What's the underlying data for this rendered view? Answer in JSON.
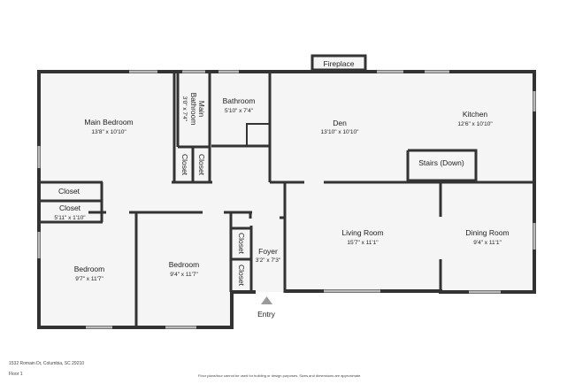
{
  "rooms": {
    "main_bedroom": {
      "name": "Main Bedroom",
      "dims": "13'8\" x 10'10\""
    },
    "main_bathroom": {
      "name_line1": "Main",
      "name_line2": "Bathroom",
      "dims": "3'0\" x 7'4\""
    },
    "bathroom": {
      "name": "Bathroom",
      "dims": "5'10\" x 7'4\""
    },
    "den": {
      "name": "Den",
      "dims": "13'10\" x 10'10\""
    },
    "kitchen": {
      "name": "Kitchen",
      "dims": "12'6\" x 10'10\""
    },
    "stairs": {
      "name": "Stairs (Down)"
    },
    "fireplace": {
      "name": "Fireplace"
    },
    "closet_a": {
      "name": "Closet"
    },
    "closet_b": {
      "name": "Closet"
    },
    "closet_left1": {
      "name": "Closet"
    },
    "closet_left2": {
      "name": "Closet",
      "dims": "5'11\" x 1'10\""
    },
    "closet_foyer1": {
      "name": "Closet"
    },
    "closet_foyer2": {
      "name": "Closet"
    },
    "bedroom_left": {
      "name": "Bedroom",
      "dims": "9'7\" x 11'7\""
    },
    "bedroom_mid": {
      "name": "Bedroom",
      "dims": "9'4\" x 11'7\""
    },
    "foyer": {
      "name": "Foyer",
      "dims": "3'2\" x 7'3\""
    },
    "living_room": {
      "name": "Living Room",
      "dims": "15'7\" x 11'1\""
    },
    "dining_room": {
      "name": "Dining Room",
      "dims": "9'4\" x 11'1\""
    },
    "entry": {
      "name": "Entry"
    }
  },
  "footer": {
    "address": "1532 Romain Dr, Columbia, SC 29210",
    "floor": "Floor 1",
    "disclaimer": "Floor plans/tour cannot be used for building or design purposes. Sizes and dimensions are approximate."
  },
  "colors": {
    "wall": "#333333",
    "floor": "#f5f5f5",
    "window": "#b9b9b9"
  }
}
